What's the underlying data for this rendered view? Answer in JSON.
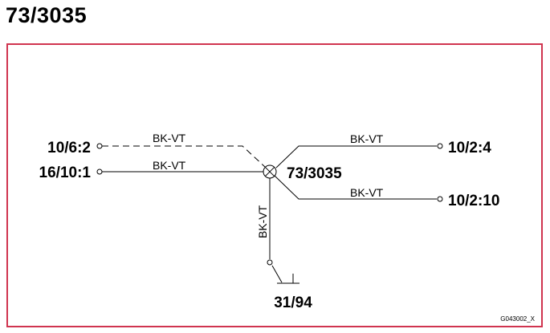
{
  "title": "73/3035",
  "frame_color": "#d0344f",
  "splice": {
    "label": "73/3035",
    "icon": "splice-circle-x-icon"
  },
  "connectors": {
    "left_top": "10/6:2",
    "left_bottom": "16/10:1",
    "right_top": "10/2:4",
    "right_bottom": "10/2:10",
    "ground": "31/94"
  },
  "wires": {
    "left_top": {
      "color_code": "BK-VT",
      "style": "dashed"
    },
    "left_bottom": {
      "color_code": "BK-VT",
      "style": "solid"
    },
    "right_top": {
      "color_code": "BK-VT",
      "style": "solid"
    },
    "right_bottom": {
      "color_code": "BK-VT",
      "style": "solid"
    },
    "down": {
      "color_code": "BK-VT",
      "style": "solid"
    }
  },
  "figure_code": "G043002_X"
}
